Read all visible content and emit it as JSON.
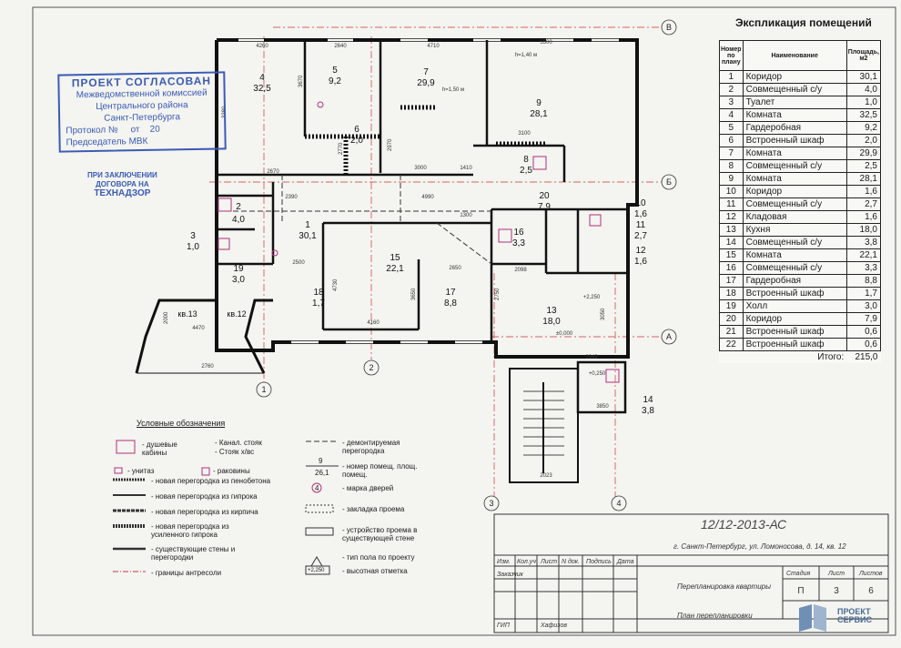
{
  "explication": {
    "title": "Экспликация помещений",
    "headers": {
      "num": "Номер по плану",
      "name": "Наименование",
      "area": "Площадь, м2"
    },
    "rows": [
      {
        "n": "1",
        "name": "Коридор",
        "area": "30,1"
      },
      {
        "n": "2",
        "name": "Совмещенный с/у",
        "area": "4,0"
      },
      {
        "n": "3",
        "name": "Туалет",
        "area": "1,0"
      },
      {
        "n": "4",
        "name": "Комната",
        "area": "32,5"
      },
      {
        "n": "5",
        "name": "Гардеробная",
        "area": "9,2"
      },
      {
        "n": "6",
        "name": "Встроенный шкаф",
        "area": "2,0"
      },
      {
        "n": "7",
        "name": "Комната",
        "area": "29,9"
      },
      {
        "n": "8",
        "name": "Совмещенный с/у",
        "area": "2,5"
      },
      {
        "n": "9",
        "name": "Комната",
        "area": "28,1"
      },
      {
        "n": "10",
        "name": "Коридор",
        "area": "1,6"
      },
      {
        "n": "11",
        "name": "Совмещенный с/у",
        "area": "2,7"
      },
      {
        "n": "12",
        "name": "Кладовая",
        "area": "1,6"
      },
      {
        "n": "13",
        "name": "Кухня",
        "area": "18,0"
      },
      {
        "n": "14",
        "name": "Совмещенный с/у",
        "area": "3,8"
      },
      {
        "n": "15",
        "name": "Комната",
        "area": "22,1"
      },
      {
        "n": "16",
        "name": "Совмещенный с/у",
        "area": "3,3"
      },
      {
        "n": "17",
        "name": "Гардеробная",
        "area": "8,8"
      },
      {
        "n": "18",
        "name": "Встроенный шкаф",
        "area": "1,7"
      },
      {
        "n": "19",
        "name": "Холл",
        "area": "3,0"
      },
      {
        "n": "20",
        "name": "Коридор",
        "area": "7,9"
      },
      {
        "n": "21",
        "name": "Встроенный шкаф",
        "area": "0,6"
      },
      {
        "n": "22",
        "name": "Встроенный шкаф",
        "area": "0,6"
      }
    ],
    "total_label": "Итого:",
    "total_value": "215,0"
  },
  "stamp": {
    "line1": "ПРОЕКТ СОГЛАСОВАН",
    "line2": "Межведомственной комиссией",
    "line3": "Центрального района",
    "line4": "Санкт-Петербурга",
    "protocol": "Протокол №",
    "from": "от",
    "year": "20",
    "chairman": "Председатель МВК"
  },
  "stamp2": {
    "line1": "ПРИ ЗАКЛЮЧЕНИИ",
    "line2": "ДОГОВОРА НА",
    "line3": "ТЕХНАДЗОР"
  },
  "rooms": [
    {
      "n": "4",
      "a": "32,5"
    },
    {
      "n": "5",
      "a": "9,2"
    },
    {
      "n": "7",
      "a": "29,9"
    },
    {
      "n": "9",
      "a": "28,1"
    },
    {
      "n": "6",
      "a": "2,0"
    },
    {
      "n": "8",
      "a": "2,5"
    },
    {
      "n": "1",
      "a": "30,1"
    },
    {
      "n": "2",
      "a": "4,0"
    },
    {
      "n": "3",
      "a": "1,0"
    },
    {
      "n": "15",
      "a": "22,1"
    },
    {
      "n": "17",
      "a": "8,8"
    },
    {
      "n": "18",
      "a": "1,7"
    },
    {
      "n": "16",
      "a": "3,3"
    },
    {
      "n": "20",
      "a": "7,9"
    },
    {
      "n": "10",
      "a": "1,6"
    },
    {
      "n": "11",
      "a": "2,7"
    },
    {
      "n": "12",
      "a": "1,6"
    },
    {
      "n": "13",
      "a": "18,0"
    },
    {
      "n": "14",
      "a": "3,8"
    },
    {
      "n": "19",
      "a": "3,0"
    },
    {
      "n": "3",
      "a": "1,0"
    }
  ],
  "neighbors": {
    "left": "кв.13",
    "right": "кв.12"
  },
  "axes": {
    "a": "А",
    "b": "Б",
    "v": "В",
    "n1": "1",
    "n2": "2",
    "n3": "3",
    "n4": "4"
  },
  "dims": {
    "d4260": "4260",
    "d2640": "2640",
    "d4710": "4710",
    "d5500": "5500",
    "d3670": "3670",
    "d3380": "3380",
    "d2670": "2670",
    "d2390": "2390",
    "d4990": "4990",
    "d3000": "3000",
    "d1410": "1410",
    "d2500": "2500",
    "d4730": "4730",
    "d4160": "4160",
    "d2650": "2650",
    "d3650": "3650",
    "d2098": "2098",
    "d2750": "2750",
    "d2000": "2000",
    "d4470": "4470",
    "d2760": "2760",
    "d3050": "3050",
    "d3100": "3100",
    "d2970": "2970",
    "d2770": "2770",
    "d1300": "1300",
    "d2023": "2023",
    "d2943": "2943",
    "d3850": "3850",
    "h140": "h=1,40 м",
    "h150": "h=1,50 м",
    "m2250": "+2,250",
    "m0000": "±0,000",
    "m0250": "+0,250"
  },
  "legend": {
    "title": "Условные обозначения",
    "shower": "- душевые кабины",
    "riser": "- Канал. стояк",
    "riser2": "- Стояк х/вс",
    "demo": "- демонтируемая перегородка",
    "toilet": "- унитаз",
    "sink": "- раковины",
    "roomnum_n": "9",
    "roomnum_a": "26,1",
    "roomnum_label": "- номер помещ. площ. помещ.",
    "foam": "- новая перегородка из пенобетона",
    "gypsum": "- новая перегородка из гипрока",
    "brick": "- новая перегородка из кирпича",
    "reinf": "- новая перегородка из усиленного гипрока",
    "exist": "- существующие стены и перегородки",
    "mezz": "- границы антресоли",
    "door": "- марка дверей",
    "door_n": "4",
    "opening": "- закладка проема",
    "newopen": "- устройство проема в существующей стене",
    "floortype": "- тип полa по проекту",
    "height": "- высотная отметка",
    "height_val": "+2,250"
  },
  "title_block": {
    "code": "12/12-2013-АС",
    "address": "г. Санкт-Петербург, ул. Ломоносова, д. 14, кв. 12",
    "cols": [
      "Изм.",
      "Кол.уч",
      "Лист",
      "N док.",
      "Подпись",
      "Дата"
    ],
    "customer": "Заказчик",
    "gip": "ГИП",
    "gip_name": "Хафизов",
    "work": "Перепланировка квартиры",
    "sheet_title": "План перепланировки",
    "stage_h": "Стадия",
    "sheet_h": "Лист",
    "sheets_h": "Листов",
    "stage": "П",
    "sheet": "3",
    "sheets": "6",
    "logo1": "ПРОЕКТ",
    "logo2": "СЕРВИС"
  }
}
